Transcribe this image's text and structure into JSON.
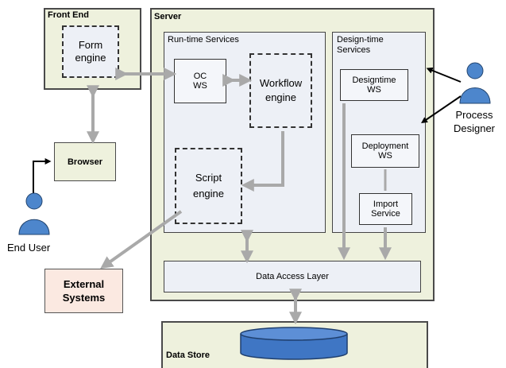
{
  "frontend": {
    "title": "Front End",
    "form_engine": "Form engine"
  },
  "server": {
    "title": "Server",
    "runtime": {
      "title": "Run-time Services",
      "oc_ws": "OC WS",
      "workflow_engine": "Workflow engine",
      "script_engine": "Script engine"
    },
    "designtime": {
      "title": "Design-time Services",
      "designtime_ws": "Designtime WS",
      "deployment_ws": "Deployment WS",
      "import_service": "Import Service"
    },
    "data_access_layer": "Data Access Layer"
  },
  "browser": "Browser",
  "end_user": "End User",
  "process_designer": "Process Designer",
  "external_systems": "External Systems",
  "data_store": "Data Store",
  "colors": {
    "frame_green": "#eef1dd",
    "panel_blue": "#edf0f6",
    "arrow_gray": "#a9a9a9",
    "external_fill": "#fbe9e1",
    "db_blue": "#3f76c4",
    "person_blue": "#4d86cc"
  }
}
